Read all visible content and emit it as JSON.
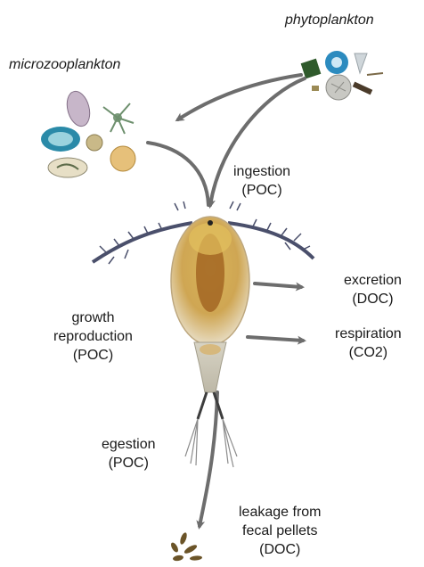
{
  "labels": {
    "phytoplankton": "phytoplankton",
    "microzooplankton": "microzooplankton",
    "ingestion": [
      "ingestion",
      "(POC)"
    ],
    "growth": [
      "growth",
      "reproduction",
      "(POC)"
    ],
    "excretion": [
      "excretion",
      "(DOC)"
    ],
    "respiration": [
      "respiration",
      "(CO2)"
    ],
    "egestion": [
      "egestion",
      "(POC)"
    ],
    "leakage": [
      "leakage from",
      "fecal pellets",
      "(DOC)"
    ]
  },
  "colors": {
    "arrow": "#6d6d6d",
    "text": "#1a1a1a",
    "copepod_body": "#c9a24a",
    "copepod_gut": "#a0621f",
    "antenna": "#4a4f6b"
  },
  "icons": [
    "phytoplankton-cluster-icon",
    "microzooplankton-cluster-icon",
    "copepod-icon",
    "fecal-pellets-icon"
  ]
}
